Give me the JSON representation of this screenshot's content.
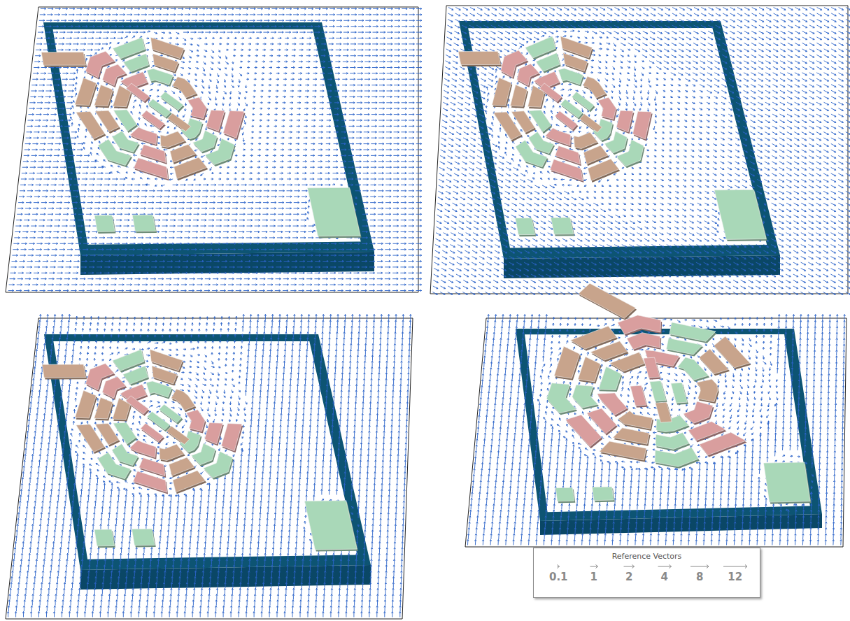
{
  "diagram": {
    "nodes": [
      {
        "text": [
          "Reference Vectors"
        ]
      }
    ],
    "legend": [
      {
        "text": "0.1"
      },
      {
        "text": "1"
      },
      {
        "text": "2"
      },
      {
        "text": "4"
      },
      {
        "text": "8"
      },
      {
        "text": "12"
      }
    ]
  }
}
